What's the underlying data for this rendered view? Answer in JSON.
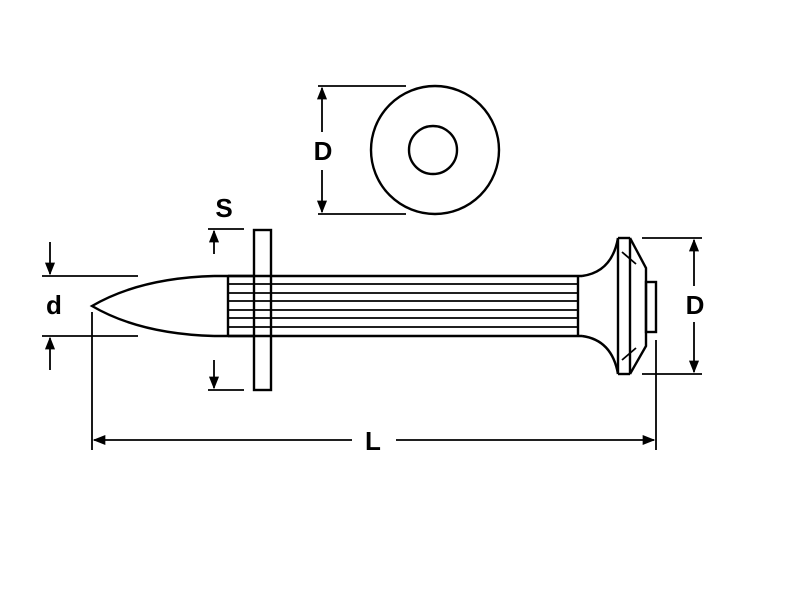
{
  "labels": {
    "head_diameter_top": "D",
    "washer_thickness": "S",
    "shank_diameter": "d",
    "head_diameter_side": "D",
    "total_length": "L"
  },
  "colors": {
    "stroke": "#000000",
    "background": "#ffffff"
  }
}
